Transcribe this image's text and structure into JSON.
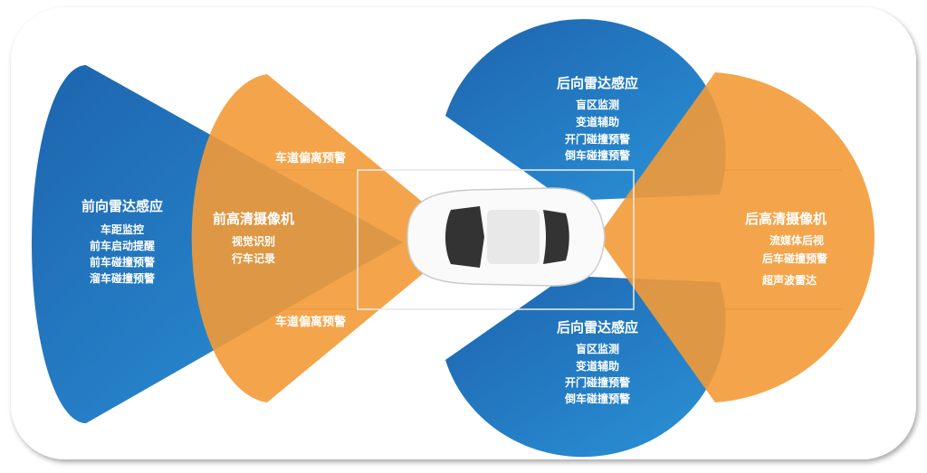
{
  "colors": {
    "blue": "#1f6fb8",
    "blue_light": "#2b93d8",
    "orange": "#f39a36",
    "line": "#9a9a9a"
  },
  "front_radar": {
    "title": "前向雷达感应",
    "items": [
      "车距监控",
      "前车启动提醒",
      "前车碰撞预警",
      "溜车碰撞预警"
    ]
  },
  "front_camera": {
    "title": "前高清摄像机",
    "items": [
      "视觉识别",
      "行车记录"
    ]
  },
  "lane_warning_top": "车道偏离预警",
  "lane_warning_bottom": "车道偏离预警",
  "rear_radar_top": {
    "title": "后向雷达感应",
    "items": [
      "盲区监测",
      "变道辅助",
      "开门碰撞预警",
      "倒车碰撞预警"
    ]
  },
  "rear_radar_bottom": {
    "title": "后向雷达感应",
    "items": [
      "盲区监测",
      "变道辅助",
      "开门碰撞预警",
      "倒车碰撞预警"
    ]
  },
  "rear_camera": {
    "title": "后高清摄像机",
    "items": [
      "流媒体后视",
      "后车碰撞预警",
      "超声波雷达"
    ]
  }
}
